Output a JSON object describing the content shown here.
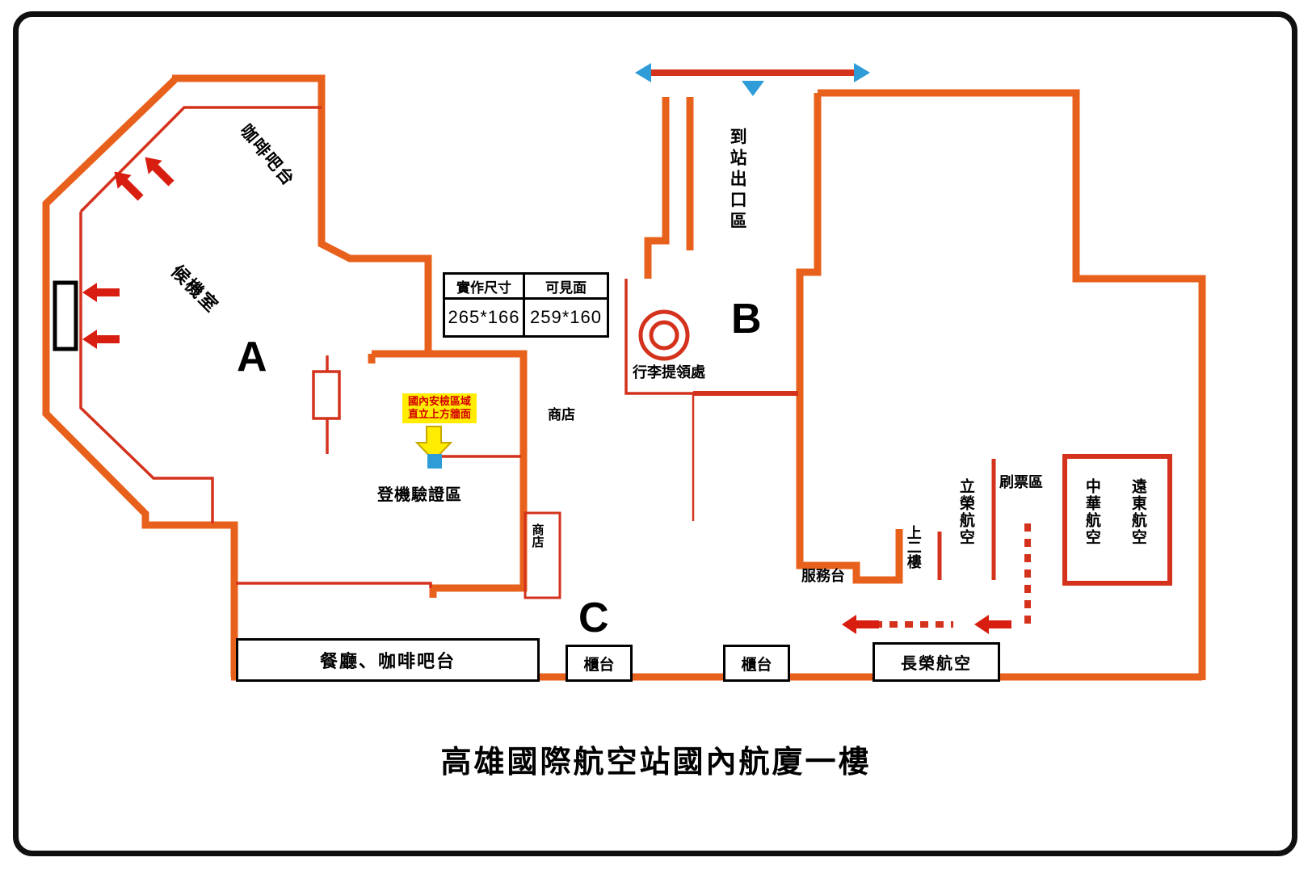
{
  "title": "高雄國際航空站國內航廈一樓",
  "zones": {
    "a": "A",
    "b": "B",
    "c": "C"
  },
  "areas": {
    "coffee_bar": "咖啡吧台",
    "waiting_room": "候機室",
    "boarding_check": "登機驗證區",
    "shop_upper": "商店",
    "shop_lower": "商店",
    "arrival_exit": "到站出口區",
    "baggage_claim": "行李提領處",
    "service_desk": "服務台",
    "to_second_floor": "上二樓",
    "ticket_stamp_area": "刷票區",
    "restaurant": "餐廳、咖啡吧台",
    "counter_left": "櫃台",
    "counter_right": "櫃台"
  },
  "airlines": {
    "uni_air": "立榮航空",
    "china_airlines": "中華航空",
    "far_eastern_air": "遠東航空",
    "eva_air": "長榮航空"
  },
  "security_sign": {
    "line1": "國內安檢區域",
    "line2": "直立上方牆面"
  },
  "size_table": {
    "headers": [
      "實作尺寸",
      "可見面"
    ],
    "values": [
      "265*166",
      "259*160"
    ]
  },
  "colors": {
    "wall_orange": "#e8611c",
    "wall_red": "#d4321c",
    "arrow_red": "#d81e10",
    "marker_blue": "#2f9cd8",
    "sign_yellow": "#ffec00",
    "sign_text_red": "#d40000"
  }
}
